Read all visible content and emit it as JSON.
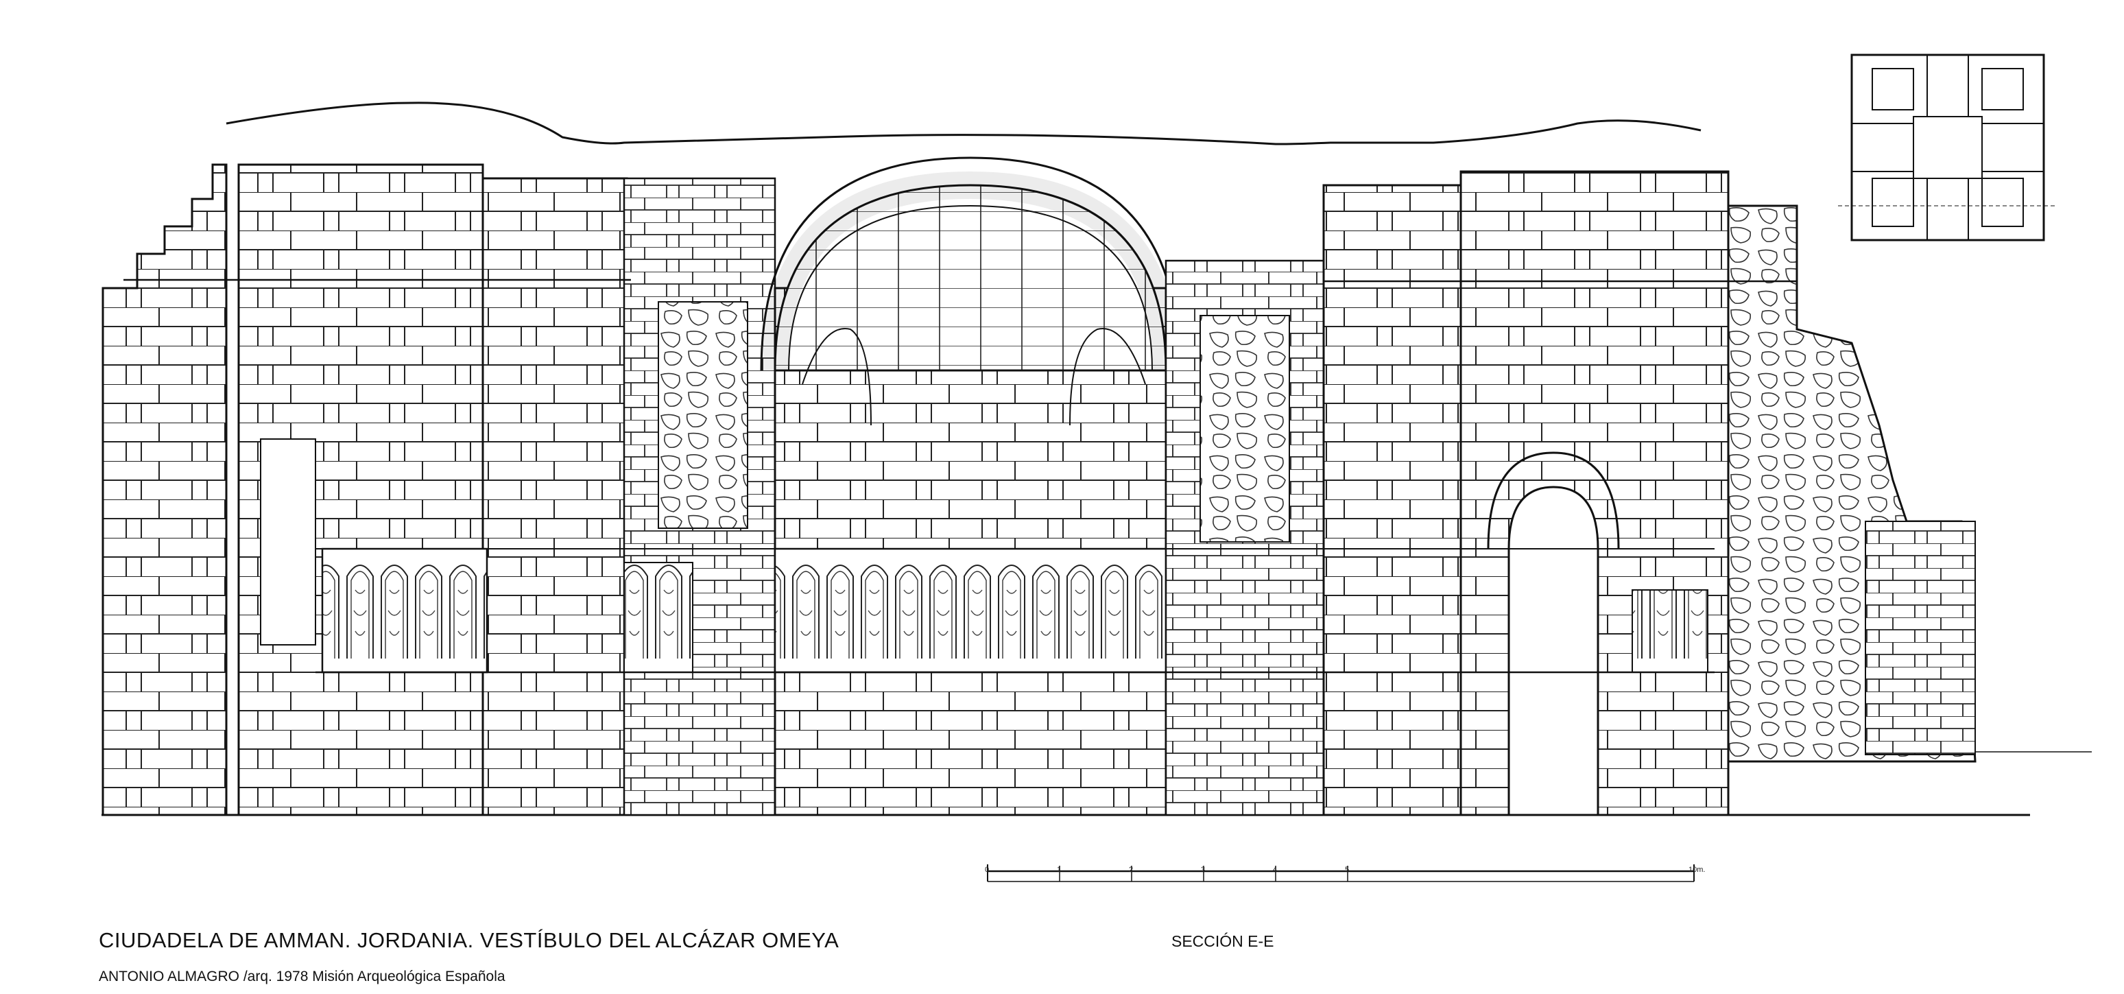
{
  "drawing": {
    "title": "CIUDADELA DE AMMAN. JORDANIA. VESTÍBULO DEL ALCÁZAR OMEYA",
    "section_label": "SECCIÓN E-E",
    "credit": "ANTONIO ALMAGRO /arq.  1978   Misión Arqueológica Española"
  },
  "scale_bar": {
    "ticks": [
      "0",
      "1",
      "2",
      "3",
      "4",
      "5",
      "10"
    ],
    "unit": "m."
  },
  "colors": {
    "ink": "#111111",
    "paper": "#ffffff"
  }
}
